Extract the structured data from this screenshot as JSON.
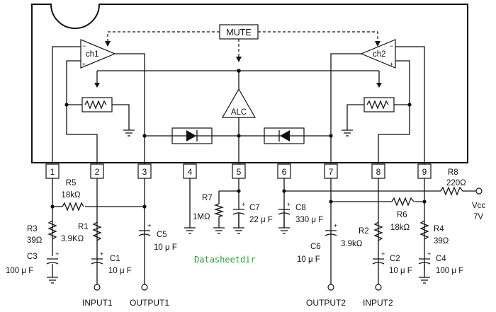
{
  "ic": {
    "mute_label": "MUTE",
    "ch1_label": "ch1",
    "ch2_label": "ch2",
    "alc_label": "ALC",
    "pins": [
      "1",
      "2",
      "3",
      "4",
      "5",
      "6",
      "7",
      "8",
      "9"
    ]
  },
  "components": {
    "r5": {
      "ref": "R5",
      "value": "18kΩ"
    },
    "r3": {
      "ref": "R3",
      "value": "39Ω"
    },
    "c3": {
      "ref": "C3",
      "value": "100 μ F"
    },
    "r1": {
      "ref": "R1",
      "value": "3.9KΩ"
    },
    "c1": {
      "ref": "C1",
      "value": "10 μ F"
    },
    "c5": {
      "ref": "C5",
      "value": "10 μ F"
    },
    "r7": {
      "ref": "R7",
      "value": "1MΩ"
    },
    "c7": {
      "ref": "C7",
      "value": "22 μ F"
    },
    "c8": {
      "ref": "C8",
      "value": "330 μ F"
    },
    "c6": {
      "ref": "C6",
      "value": "10 μ F"
    },
    "r2": {
      "ref": "R2",
      "value": "3.9kΩ"
    },
    "c2": {
      "ref": "C2",
      "value": "10 μ F"
    },
    "r6": {
      "ref": "R6",
      "value": "18kΩ"
    },
    "r4": {
      "ref": "R4",
      "value": "39Ω"
    },
    "c4": {
      "ref": "C4",
      "value": "100 μ F"
    },
    "r8": {
      "ref": "R8",
      "value": "220Ω"
    }
  },
  "supply": {
    "name": "Vcc",
    "voltage": "7V"
  },
  "terminals": {
    "input1": "INPUT1",
    "output1": "OUTPUT1",
    "output2": "OUTPUT2",
    "input2": "INPUT2"
  },
  "watermark": "Datasheetdir"
}
